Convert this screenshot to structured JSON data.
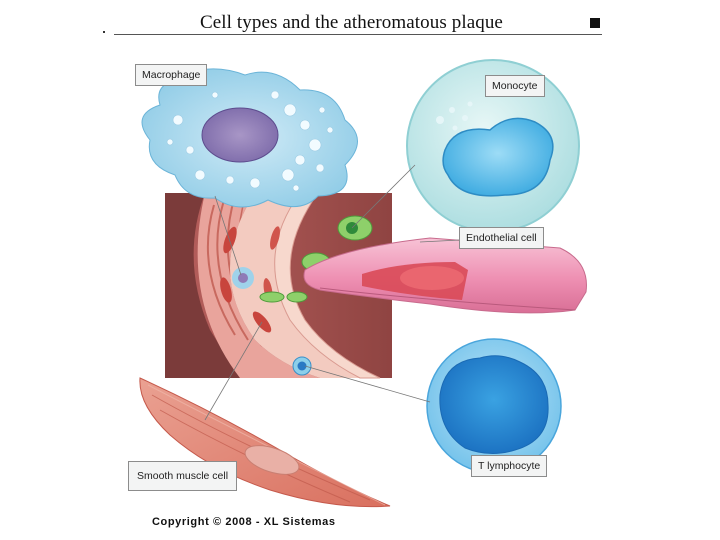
{
  "title": "Cell types and the atheromatous plaque",
  "labels": {
    "macrophage": "Macrophage",
    "monocyte": "Monocyte",
    "endothelial": "Endothelial cell",
    "t_lymphocyte": "T lymphocyte",
    "smooth_muscle": "Smooth muscle cell"
  },
  "copyright": "Copyright © 2008 - XL Sistemas",
  "colors": {
    "macrophage": "#8ecbe6",
    "monocyte_body": "#bfe6e9",
    "monocyte_nucleus": "#4fb7e6",
    "t_lymphocyte": "#2a8fd6",
    "endothelial": "#ef9ab8",
    "smooth_muscle": "#e07a6a",
    "vessel_lumen": "#9a4a48"
  }
}
